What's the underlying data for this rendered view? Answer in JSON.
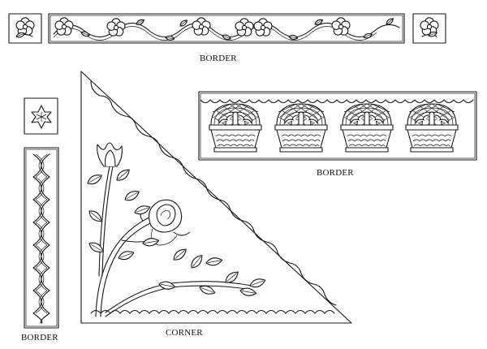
{
  "labels": {
    "top_border": "BORDER",
    "right_border": "BORDER",
    "left_border": "BORDER",
    "corner": "CORNER"
  }
}
